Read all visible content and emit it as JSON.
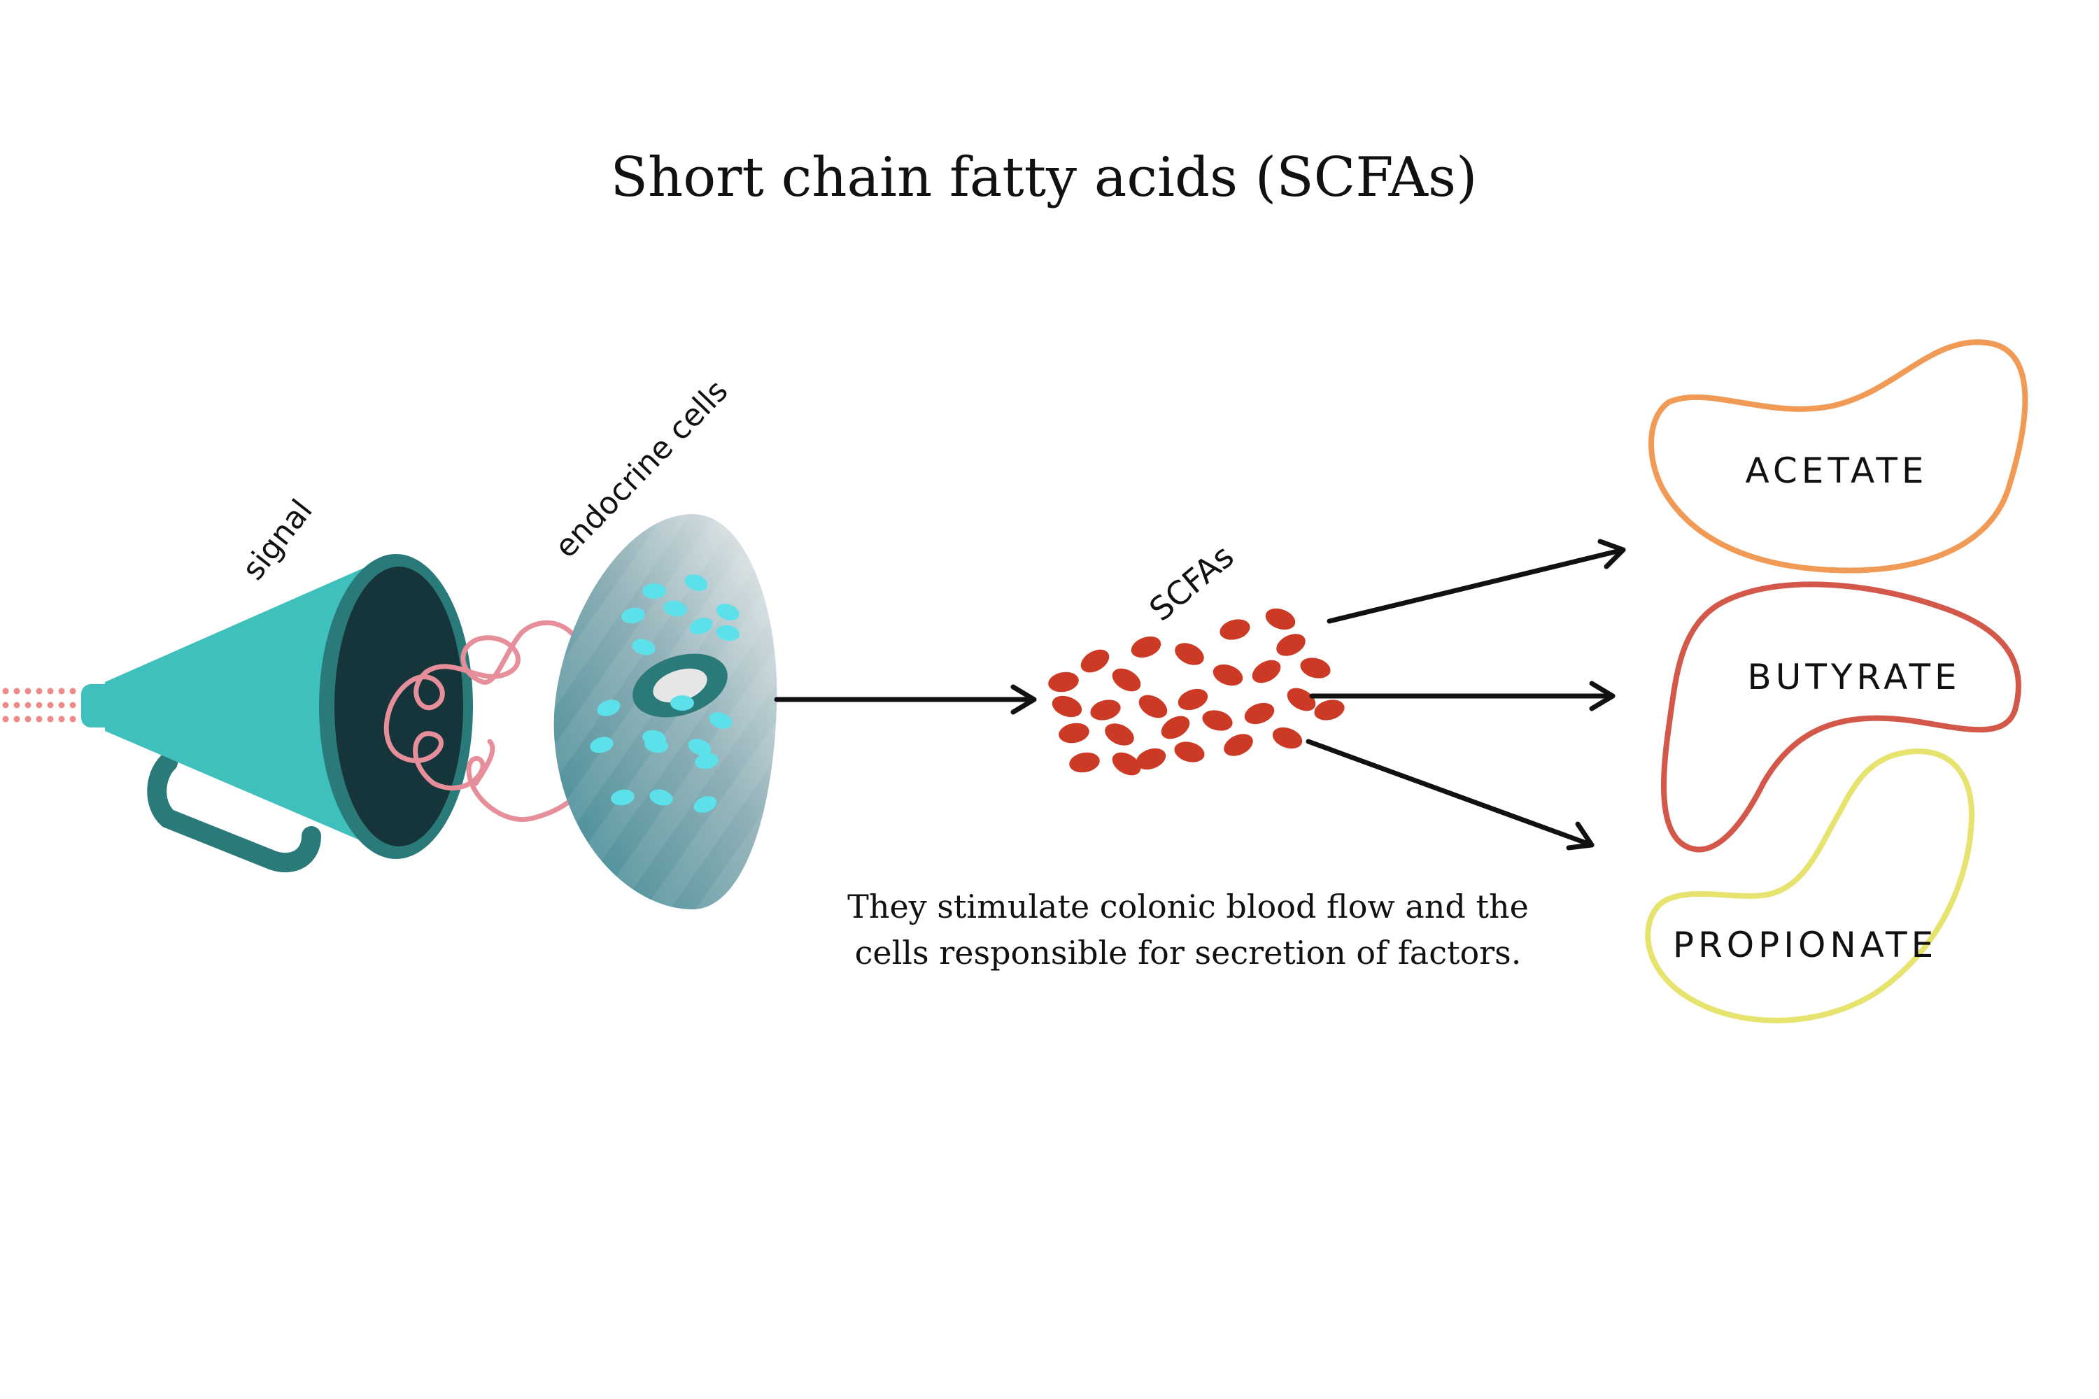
{
  "title": "Short chain fatty acids (SCFAs)",
  "labels": {
    "signal": "signal",
    "endocrine_cells": "endocrine cells",
    "scfas": "SCFAs"
  },
  "caption": {
    "line1": "They stimulate colonic blood flow and the",
    "line2": "cells responsible for secretion of factors."
  },
  "acids": [
    {
      "name": "ACETATE",
      "color": "#f09a55"
    },
    {
      "name": "BUTYRATE",
      "color": "#d4584a"
    },
    {
      "name": "PROPIONATE",
      "color": "#e6e36e"
    }
  ],
  "colors": {
    "megaphone": "#3fc0bc",
    "megaphone_dark": "#2b7a7a",
    "megaphone_inner": "#16353a",
    "coil": "#e68f9a",
    "dots": "#ec8b8b",
    "cell_spots": "#5ce0ea",
    "scfa_particles": "#cc3a26"
  }
}
